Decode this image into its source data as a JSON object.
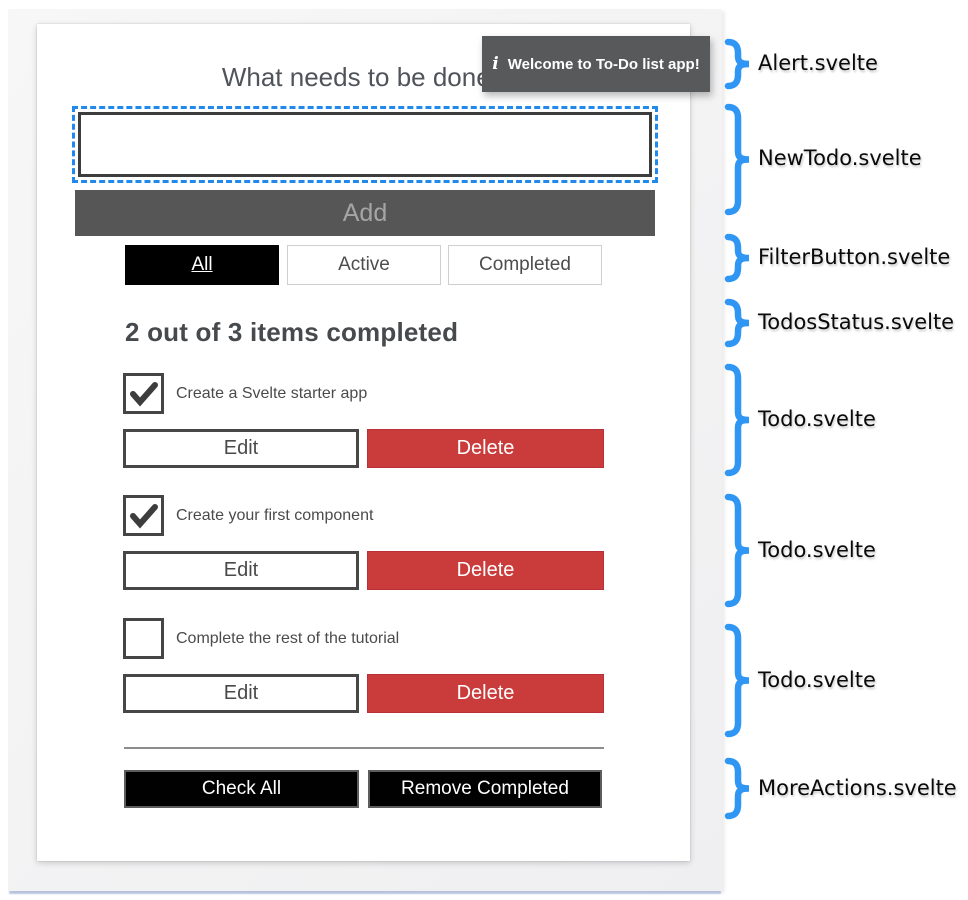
{
  "app": {
    "alert": {
      "icon": "i",
      "message": "Welcome to To-Do list app!"
    },
    "heading": "What needs to be done?",
    "new_todo": {
      "input_value": "",
      "add_label": "Add"
    },
    "filters": [
      {
        "label": "All",
        "selected": true
      },
      {
        "label": "Active",
        "selected": false
      },
      {
        "label": "Completed",
        "selected": false
      }
    ],
    "status": "2 out of 3 items completed",
    "todos": [
      {
        "label": "Create a Svelte starter app",
        "checked": true,
        "edit_label": "Edit",
        "delete_label": "Delete"
      },
      {
        "label": "Create your first component",
        "checked": true,
        "edit_label": "Edit",
        "delete_label": "Delete"
      },
      {
        "label": "Complete the rest of the tutorial",
        "checked": false,
        "edit_label": "Edit",
        "delete_label": "Delete"
      }
    ],
    "more_actions": {
      "check_all": "Check All",
      "remove_completed": "Remove Completed"
    }
  },
  "annotations": [
    {
      "label": "Alert.svelte"
    },
    {
      "label": "NewTodo.svelte"
    },
    {
      "label": "FilterButton.svelte"
    },
    {
      "label": "TodosStatus.svelte"
    },
    {
      "label": "Todo.svelte"
    },
    {
      "label": "Todo.svelte"
    },
    {
      "label": "Todo.svelte"
    },
    {
      "label": "MoreActions.svelte"
    }
  ],
  "colors": {
    "brace_blue": "#2f96f4",
    "focus_outline_blue": "#2189ec",
    "alert_gray": "#58595b",
    "delete_red": "#ca3c3c",
    "add_disabled_bg": "#565656",
    "selected_filter_bg": "#000000",
    "panel_gray": "#f2f2f2"
  }
}
